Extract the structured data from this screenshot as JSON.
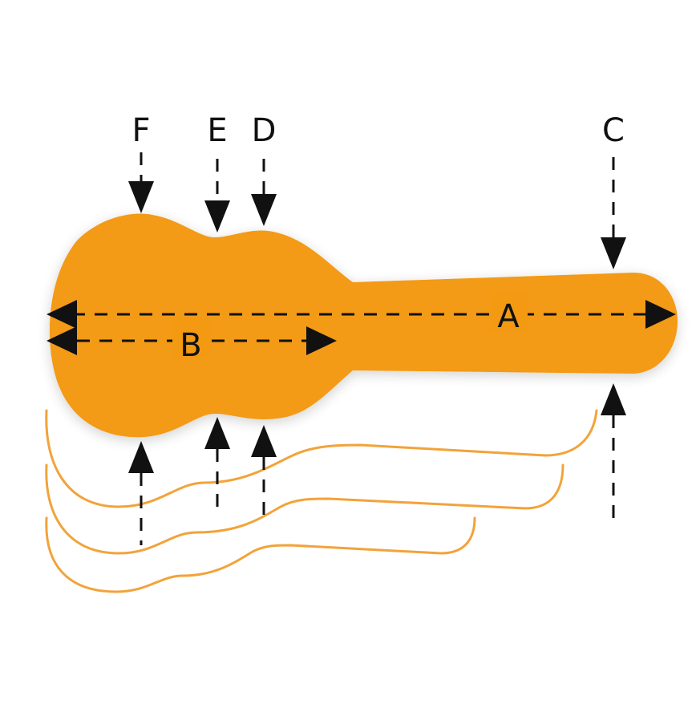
{
  "colors": {
    "case_fill": "#F39A12",
    "outline_stroke": "#F2A33A",
    "arrow": "#111111",
    "label": "#111111"
  },
  "labels": {
    "a": "A",
    "b": "B",
    "c": "C",
    "d": "D",
    "e": "E",
    "f": "F"
  }
}
